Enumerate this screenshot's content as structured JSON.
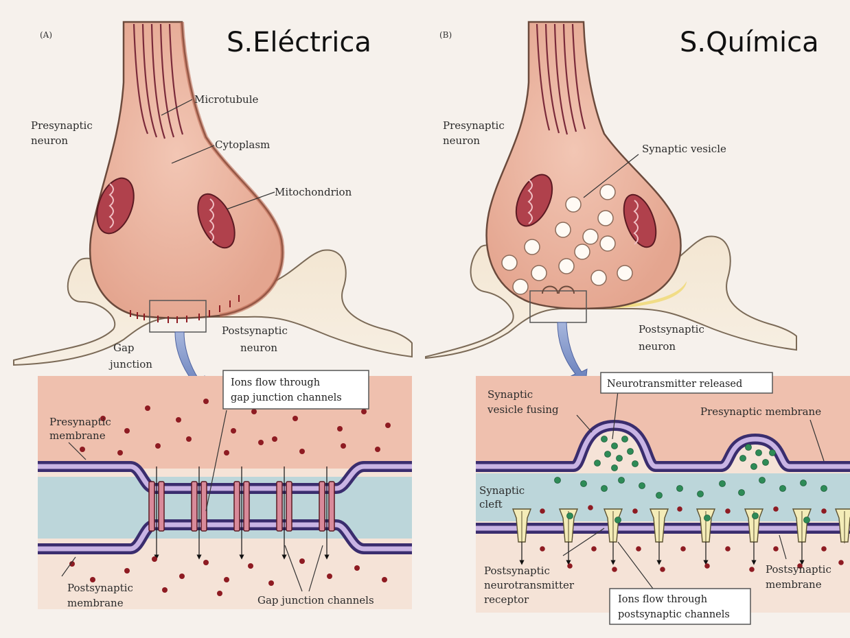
{
  "panel_a": {
    "tag": "(A)",
    "title": "S.Eléctrica",
    "labels": {
      "microtubule": "Microtubule",
      "presynaptic_neuron_1": "Presynaptic",
      "presynaptic_neuron_2": "neuron",
      "cytoplasm": "Cytoplasm",
      "mitochondrion": "Mitochondrion",
      "postsynaptic_neuron_1": "Postsynaptic",
      "postsynaptic_neuron_2": "neuron",
      "gap_junction_1": "Gap",
      "gap_junction_2": "junction",
      "presynaptic_membrane_1": "Presynaptic",
      "presynaptic_membrane_2": "membrane",
      "ions_flow_1": "Ions flow through",
      "ions_flow_2": "gap junction channels",
      "postsynaptic_membrane_1": "Postsynaptic",
      "postsynaptic_membrane_2": "membrane",
      "gap_junction_channels": "Gap junction channels"
    }
  },
  "panel_b": {
    "tag": "(B)",
    "title": "S.Química",
    "labels": {
      "presynaptic_neuron_1": "Presynaptic",
      "presynaptic_neuron_2": "neuron",
      "synaptic_vesicle": "Synaptic vesicle",
      "postsynaptic_neuron_1": "Postsynaptic",
      "postsynaptic_neuron_2": "neuron",
      "neurotransmitter_released": "Neurotransmitter released",
      "vesicle_fusing_1": "Synaptic",
      "vesicle_fusing_2": "vesicle fusing",
      "presynaptic_membrane": "Presynaptic membrane",
      "synaptic_cleft_1": "Synaptic",
      "synaptic_cleft_2": "cleft",
      "receptor_1": "Postsynaptic",
      "receptor_2": "neurotransmitter",
      "receptor_3": "receptor",
      "ions_flow_1": "Ions flow through",
      "ions_flow_2": "postsynaptic channels",
      "postsynaptic_membrane_1": "Postsynaptic",
      "postsynaptic_membrane_2": "membrane"
    }
  },
  "colors": {
    "cytoplasm": "#eeb9a6",
    "cleft": "#bcd6da",
    "membrane": "#3a2d6e",
    "membrane_core": "#c9b4e4",
    "mitochondrion": "#b0414c",
    "ion": "#8e1b22",
    "neurotransmitter": "#2e8b57",
    "arrow": "#7d93c9"
  }
}
